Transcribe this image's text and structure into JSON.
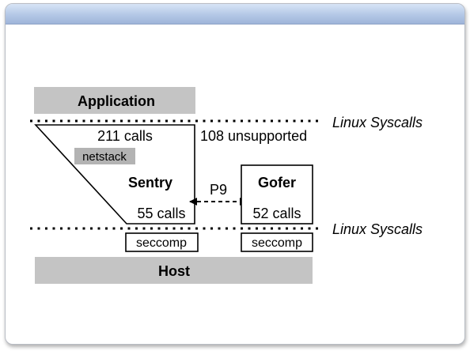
{
  "application": {
    "label": "Application"
  },
  "host": {
    "label": "Host"
  },
  "syscall_boundaries": {
    "upper_label": "Linux Syscalls",
    "lower_label": "Linux Syscalls"
  },
  "sentry": {
    "label": "Sentry",
    "incoming_calls": "211 calls",
    "outgoing_calls": "55 calls",
    "netstack_label": "netstack",
    "seccomp_label": "seccomp"
  },
  "unsupported": {
    "label": "108 unsupported"
  },
  "p9_link": {
    "label": "P9"
  },
  "gofer": {
    "label": "Gofer",
    "outgoing_calls": "52 calls",
    "seccomp_label": "seccomp"
  },
  "colors": {
    "block_fill": "#c4c4c4",
    "netstack_fill": "#b3b3b3",
    "titlebar": "#b4c8e6"
  }
}
